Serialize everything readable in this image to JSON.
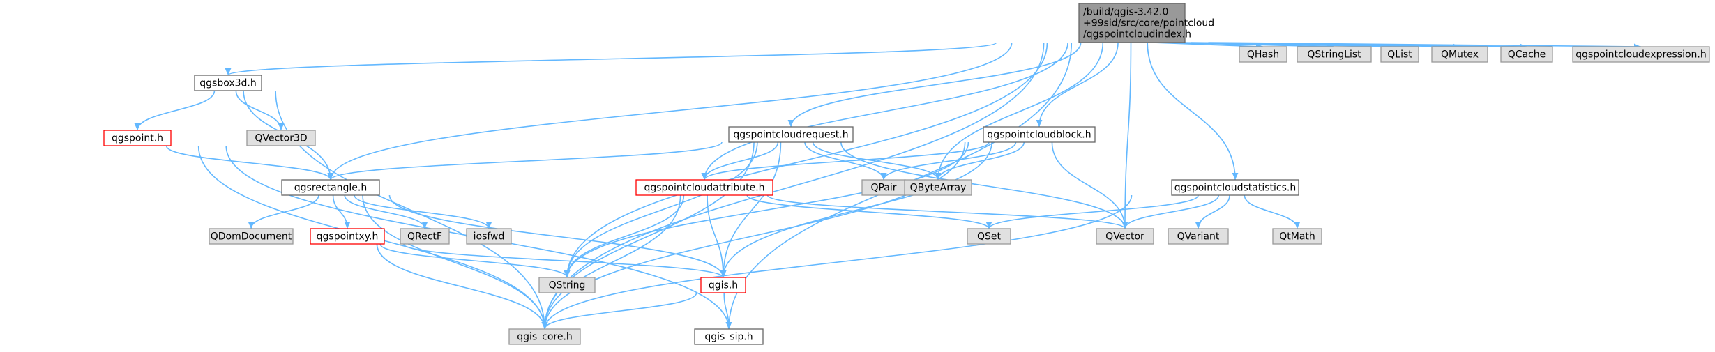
{
  "diagram": {
    "colors": {
      "edge": "#63b8ff",
      "root_fill": "#999999",
      "root_stroke": "#666666",
      "system_fill": "#e0e0e0",
      "system_stroke": "#999999",
      "local_fill": "#ffffff",
      "local_stroke": "#666666",
      "incomplete_stroke": "#ff0000"
    },
    "nodes": [
      {
        "id": "root",
        "lines": [
          "/build/qgis-3.42.0",
          "+99sid/src/core/pointcloud",
          "/qgspointcloudindex.h"
        ],
        "kind": "root"
      },
      {
        "id": "qgsbox3d",
        "lines": [
          "qgsbox3d.h"
        ],
        "kind": "local"
      },
      {
        "id": "qgspoint",
        "lines": [
          "qgspoint.h"
        ],
        "kind": "incomplete"
      },
      {
        "id": "qvector3d",
        "lines": [
          "QVector3D"
        ],
        "kind": "system"
      },
      {
        "id": "qgsrectangle",
        "lines": [
          "qgsrectangle.h"
        ],
        "kind": "local"
      },
      {
        "id": "qdomdocument",
        "lines": [
          "QDomDocument"
        ],
        "kind": "system"
      },
      {
        "id": "qgspointxy",
        "lines": [
          "qgspointxy.h"
        ],
        "kind": "incomplete"
      },
      {
        "id": "qrectf",
        "lines": [
          "QRectF"
        ],
        "kind": "system"
      },
      {
        "id": "iosfwd",
        "lines": [
          "iosfwd"
        ],
        "kind": "system"
      },
      {
        "id": "qstring",
        "lines": [
          "QString"
        ],
        "kind": "system"
      },
      {
        "id": "qgis",
        "lines": [
          "qgis.h"
        ],
        "kind": "incomplete"
      },
      {
        "id": "qgis_core",
        "lines": [
          "qgis_core.h"
        ],
        "kind": "system"
      },
      {
        "id": "qgis_sip",
        "lines": [
          "qgis_sip.h"
        ],
        "kind": "local"
      },
      {
        "id": "qgspointcloudrequest",
        "lines": [
          "qgspointcloudrequest.h"
        ],
        "kind": "local"
      },
      {
        "id": "qgspointcloudattribute",
        "lines": [
          "qgspointcloudattribute.h"
        ],
        "kind": "incomplete"
      },
      {
        "id": "qpair",
        "lines": [
          "QPair"
        ],
        "kind": "system"
      },
      {
        "id": "qbytearray",
        "lines": [
          "QByteArray"
        ],
        "kind": "system"
      },
      {
        "id": "qset",
        "lines": [
          "QSet"
        ],
        "kind": "system"
      },
      {
        "id": "qvector",
        "lines": [
          "QVector"
        ],
        "kind": "system"
      },
      {
        "id": "qgspointcloudblock",
        "lines": [
          "qgspointcloudblock.h"
        ],
        "kind": "local"
      },
      {
        "id": "qgspointcloudstatistics",
        "lines": [
          "qgspointcloudstatistics.h"
        ],
        "kind": "local"
      },
      {
        "id": "qvariant",
        "lines": [
          "QVariant"
        ],
        "kind": "system"
      },
      {
        "id": "qtmath",
        "lines": [
          "QtMath"
        ],
        "kind": "system"
      },
      {
        "id": "qhash",
        "lines": [
          "QHash"
        ],
        "kind": "system"
      },
      {
        "id": "qstringlist",
        "lines": [
          "QStringList"
        ],
        "kind": "system"
      },
      {
        "id": "qlist",
        "lines": [
          "QList"
        ],
        "kind": "system"
      },
      {
        "id": "qmutex",
        "lines": [
          "QMutex"
        ],
        "kind": "system"
      },
      {
        "id": "qcache",
        "lines": [
          "QCache"
        ],
        "kind": "system"
      },
      {
        "id": "qgspointcloudexpression",
        "lines": [
          "qgspointcloudexpression.h"
        ],
        "kind": "system"
      }
    ],
    "edges": [
      [
        "root",
        "qgis_core"
      ],
      [
        "root",
        "qgsbox3d"
      ],
      [
        "root",
        "qgsrectangle"
      ],
      [
        "root",
        "qstring"
      ],
      [
        "root",
        "qgspointcloudattribute"
      ],
      [
        "root",
        "qgspointcloudrequest"
      ],
      [
        "root",
        "qbytearray"
      ],
      [
        "root",
        "qgspointcloudblock"
      ],
      [
        "root",
        "qvector"
      ],
      [
        "root",
        "qgspointcloudstatistics"
      ],
      [
        "root",
        "qgis_sip"
      ],
      [
        "root",
        "qhash"
      ],
      [
        "root",
        "qstringlist"
      ],
      [
        "root",
        "qlist"
      ],
      [
        "root",
        "qmutex"
      ],
      [
        "root",
        "qcache"
      ],
      [
        "root",
        "qgspointcloudexpression"
      ],
      [
        "qgsbox3d",
        "qgspoint"
      ],
      [
        "qgsbox3d",
        "qvector3d"
      ],
      [
        "qgsbox3d",
        "qgsrectangle"
      ],
      [
        "qgsbox3d",
        "qgis_core"
      ],
      [
        "qgspoint",
        "qgsrectangle"
      ],
      [
        "qgspoint",
        "qgis_core"
      ],
      [
        "qgspoint",
        "qgis_sip"
      ],
      [
        "qgsrectangle",
        "qdomdocument"
      ],
      [
        "qgsrectangle",
        "qgspointxy"
      ],
      [
        "qgsrectangle",
        "qrectf"
      ],
      [
        "qgsrectangle",
        "iosfwd"
      ],
      [
        "qgsrectangle",
        "qgis_core"
      ],
      [
        "qgsrectangle",
        "qgis"
      ],
      [
        "qgspointxy",
        "qstring"
      ],
      [
        "qgspointxy",
        "qgis"
      ],
      [
        "qgspointxy",
        "qgis_core"
      ],
      [
        "qgis",
        "qgis_core"
      ],
      [
        "qgis",
        "qgis_sip"
      ],
      [
        "qgspointcloudrequest",
        "qgsrectangle"
      ],
      [
        "qgspointcloudrequest",
        "qgspointcloudattribute"
      ],
      [
        "qgspointcloudrequest",
        "qpair"
      ],
      [
        "qgspointcloudrequest",
        "qbytearray"
      ],
      [
        "qgspointcloudrequest",
        "qstring"
      ],
      [
        "qgspointcloudrequest",
        "qgis"
      ],
      [
        "qgspointcloudrequest",
        "qvector"
      ],
      [
        "qgspointcloudrequest",
        "qgis_core"
      ],
      [
        "qgspointcloudattribute",
        "qstring"
      ],
      [
        "qgspointcloudattribute",
        "qgis"
      ],
      [
        "qgspointcloudattribute",
        "qgis_core"
      ],
      [
        "qgspointcloudattribute",
        "qset"
      ],
      [
        "qgspointcloudattribute",
        "qvector"
      ],
      [
        "qgspointcloudblock",
        "qgspointcloudattribute"
      ],
      [
        "qgspointcloudblock",
        "qpair"
      ],
      [
        "qgspointcloudblock",
        "qbytearray"
      ],
      [
        "qgspointcloudblock",
        "qvector"
      ],
      [
        "qgspointcloudblock",
        "qgis"
      ],
      [
        "qgspointcloudblock",
        "qgis_core"
      ],
      [
        "qgspointcloudblock",
        "qstring"
      ],
      [
        "qgspointcloudstatistics",
        "qset"
      ],
      [
        "qgspointcloudstatistics",
        "qvector"
      ],
      [
        "qgspointcloudstatistics",
        "qvariant"
      ],
      [
        "qgspointcloudstatistics",
        "qtmath"
      ],
      [
        "qgspointcloudstatistics",
        "qgis_core"
      ]
    ]
  }
}
